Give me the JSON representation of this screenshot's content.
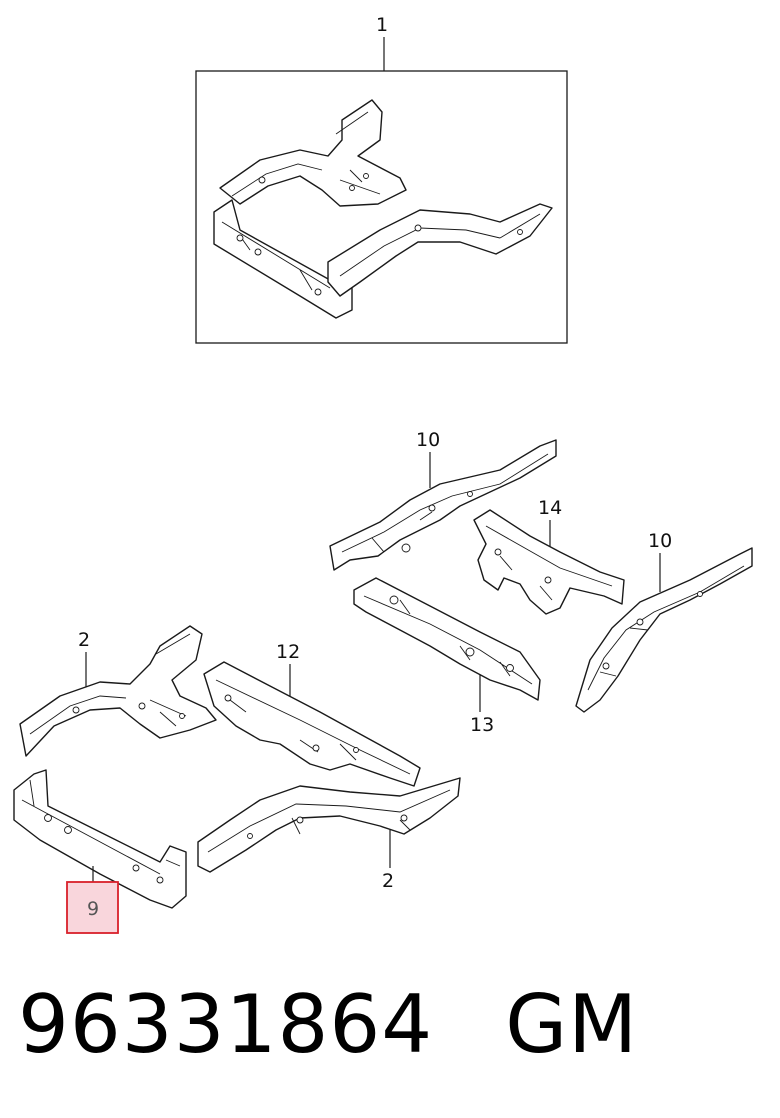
{
  "callouts": {
    "c1": "1",
    "c10a": "10",
    "c14": "14",
    "c10b": "10",
    "c2a": "2",
    "c12": "12",
    "c13": "13",
    "c2b": "2",
    "c9": "9"
  },
  "part_number": "96331864",
  "brand": "GM",
  "highlight_color": "#d9202a",
  "highlight_fill": "#f9d6dc"
}
